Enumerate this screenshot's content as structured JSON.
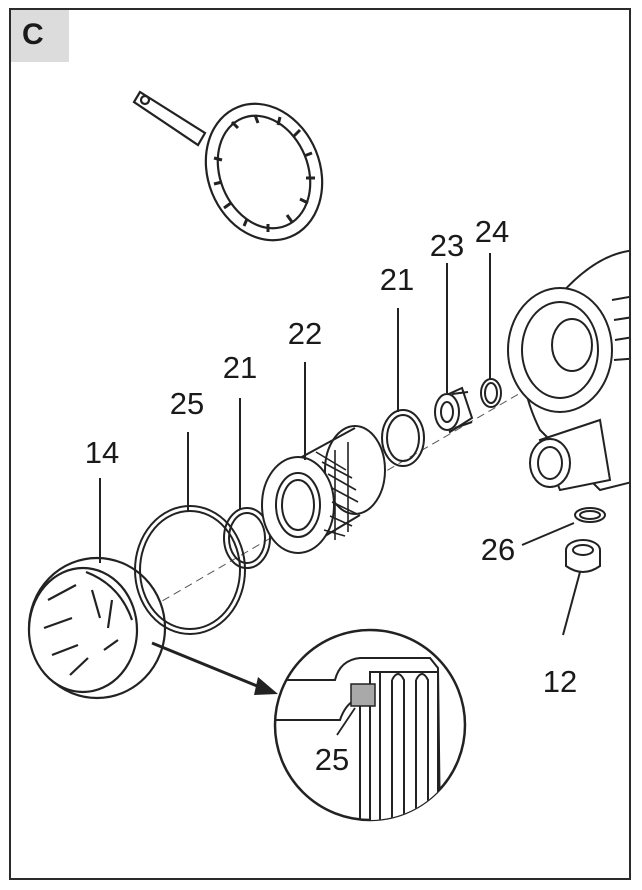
{
  "section_letter": "C",
  "part_labels": {
    "p14": "14",
    "p25_oring": "25",
    "p21_left": "21",
    "p22": "22",
    "p21_right": "21",
    "p23": "23",
    "p24": "24",
    "p26": "26",
    "p12": "12",
    "p25_detail": "25"
  }
}
